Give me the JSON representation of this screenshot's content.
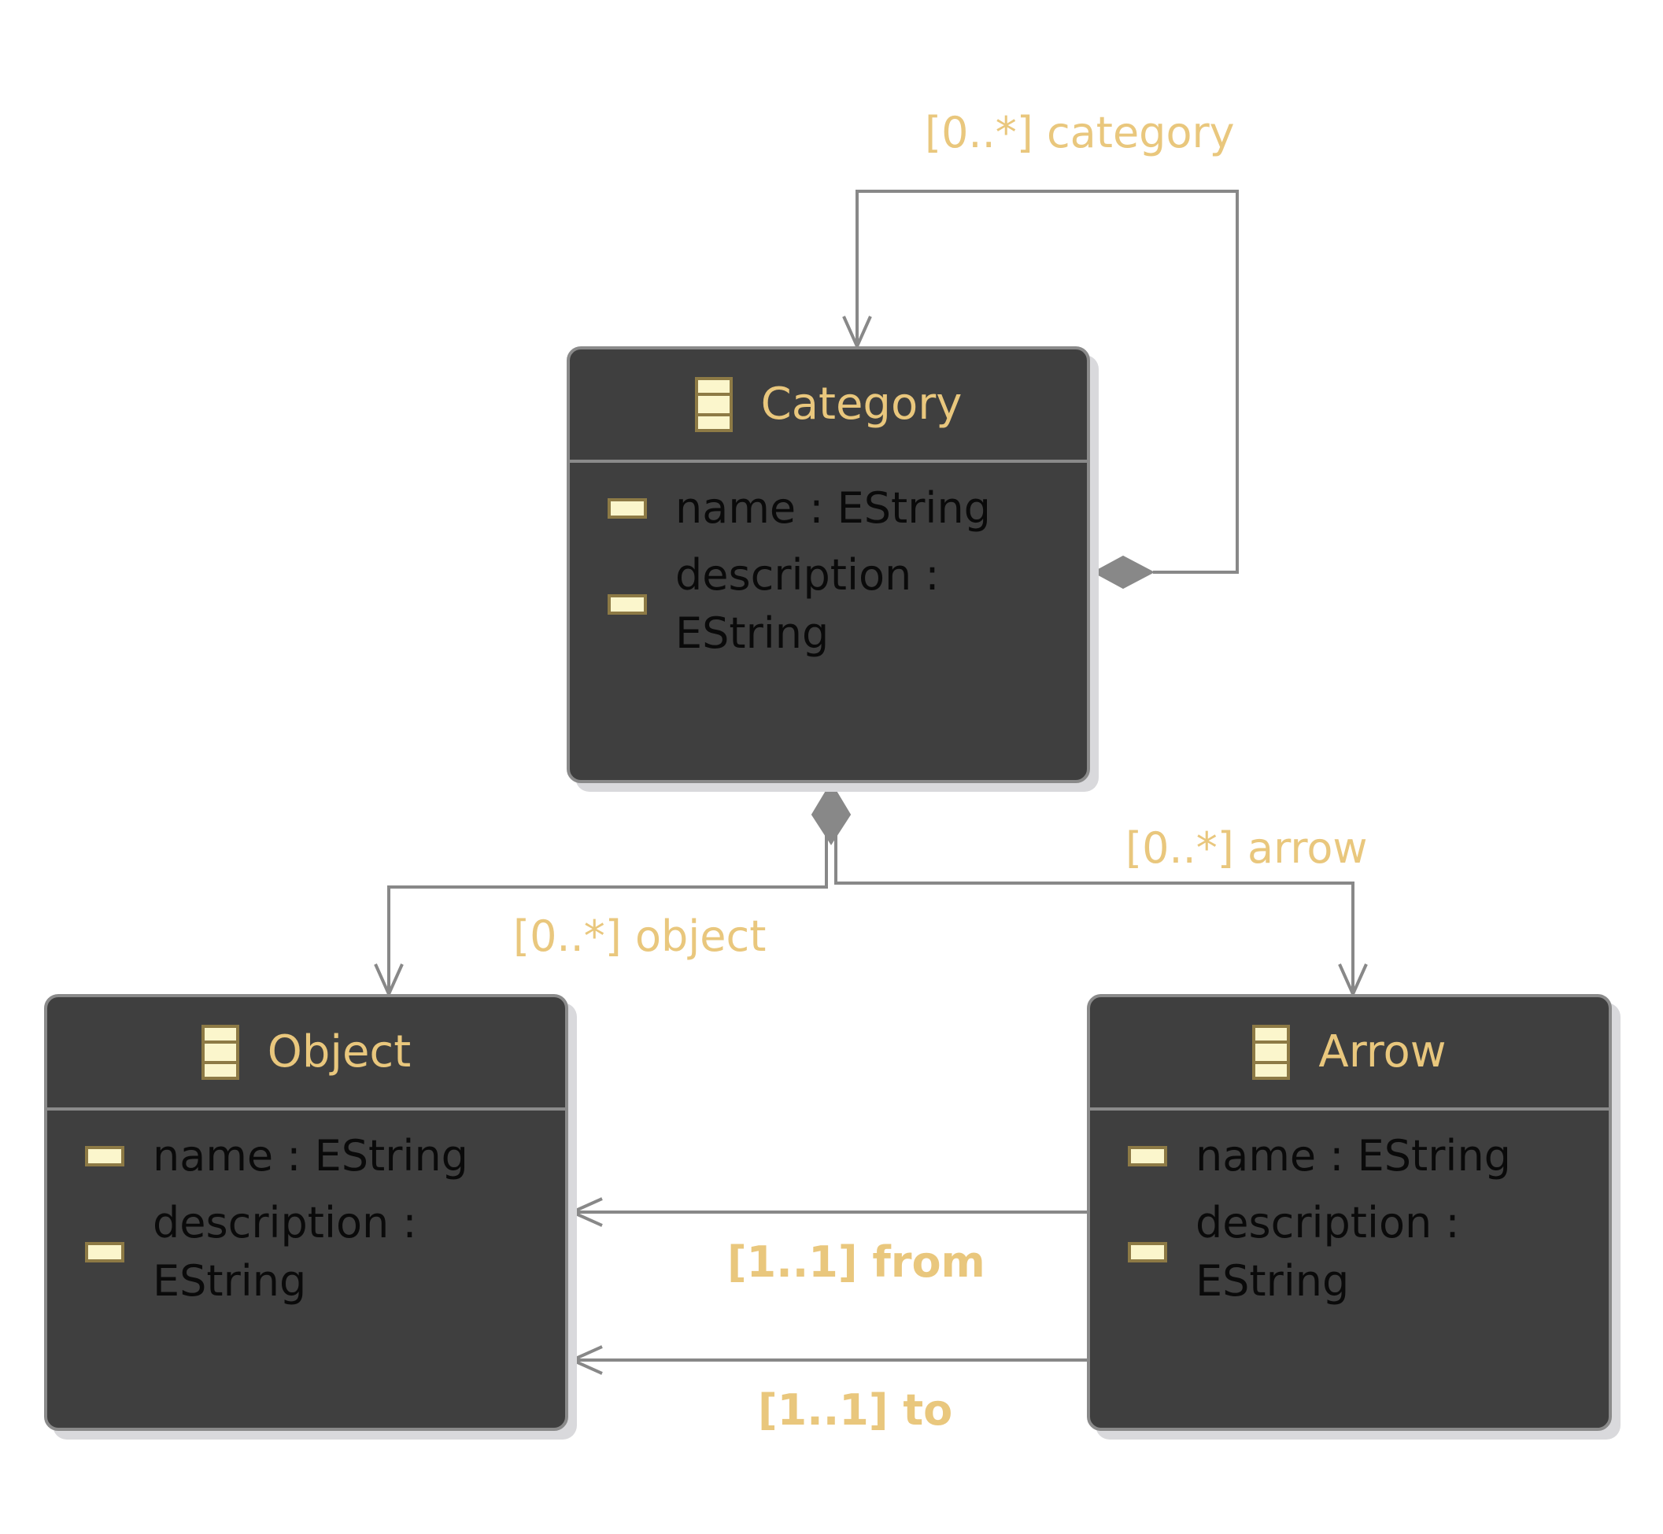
{
  "classes": {
    "category": {
      "name": "Category",
      "attributes": [
        {
          "label": "name : EString"
        },
        {
          "label": "description :",
          "label2": "EString"
        }
      ]
    },
    "object": {
      "name": "Object",
      "attributes": [
        {
          "label": "name : EString"
        },
        {
          "label": "description :",
          "label2": "EString"
        }
      ]
    },
    "arrow": {
      "name": "Arrow",
      "attributes": [
        {
          "label": "name : EString"
        },
        {
          "label": "description :",
          "label2": "EString"
        }
      ]
    }
  },
  "references": {
    "category": "[0..*] category",
    "object": "[0..*] object",
    "arrow": "[0..*] arrow",
    "from": "[1..1] from",
    "to": "[1..1] to"
  },
  "colors": {
    "box_fill": "#3f3f3f",
    "box_border": "#8a8a8a",
    "label": "#e9c77d",
    "edge": "#888888",
    "icon_fill": "#fbf6cc",
    "icon_border": "#8d7a45"
  }
}
